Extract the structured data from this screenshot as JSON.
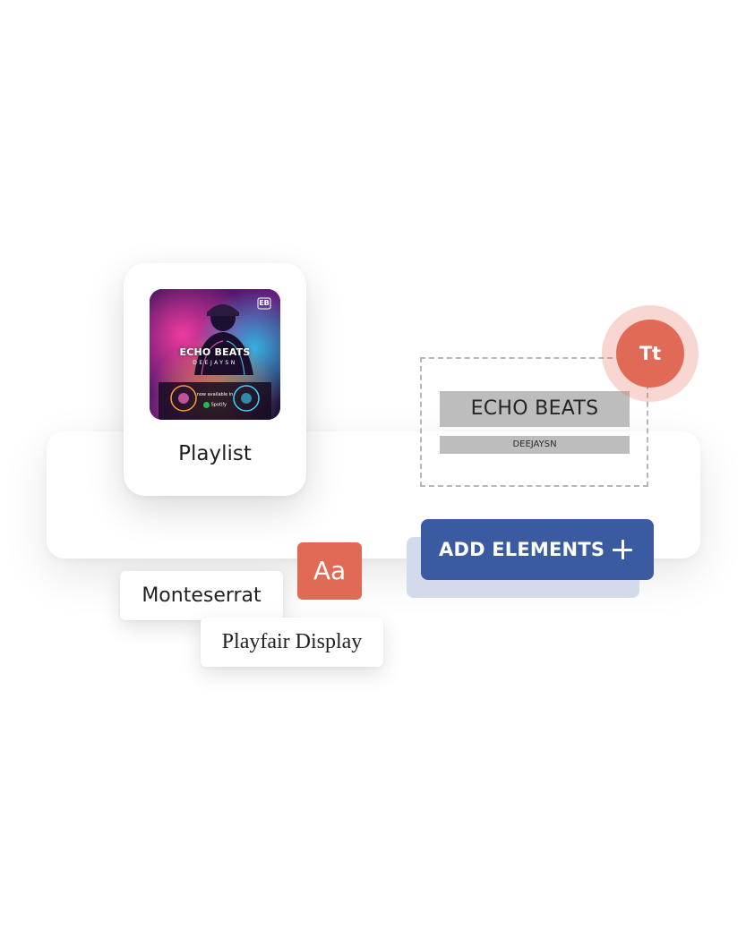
{
  "playlist_card": {
    "label": "Playlist",
    "cover": {
      "title": "ECHO BEATS",
      "artist": "DEEJAYSN",
      "availability": "now available in",
      "platform": "Spotify",
      "logo_text": "EB"
    }
  },
  "text_element": {
    "title": "ECHO BEATS",
    "subtitle": "DEEJAYSN"
  },
  "tools": {
    "text_tool_label": "Tt",
    "font_tool_label": "Aa",
    "add_elements_label": "ADD ELEMENTS"
  },
  "font_options": [
    "Monteserrat",
    "Playfair Display"
  ],
  "colors": {
    "accent_coral": "#e06a55",
    "button_blue": "#3b5ba1",
    "selection_gray": "#bdbdbd"
  },
  "icons": {
    "add": "plus-icon",
    "spotify": "spotify-icon"
  }
}
